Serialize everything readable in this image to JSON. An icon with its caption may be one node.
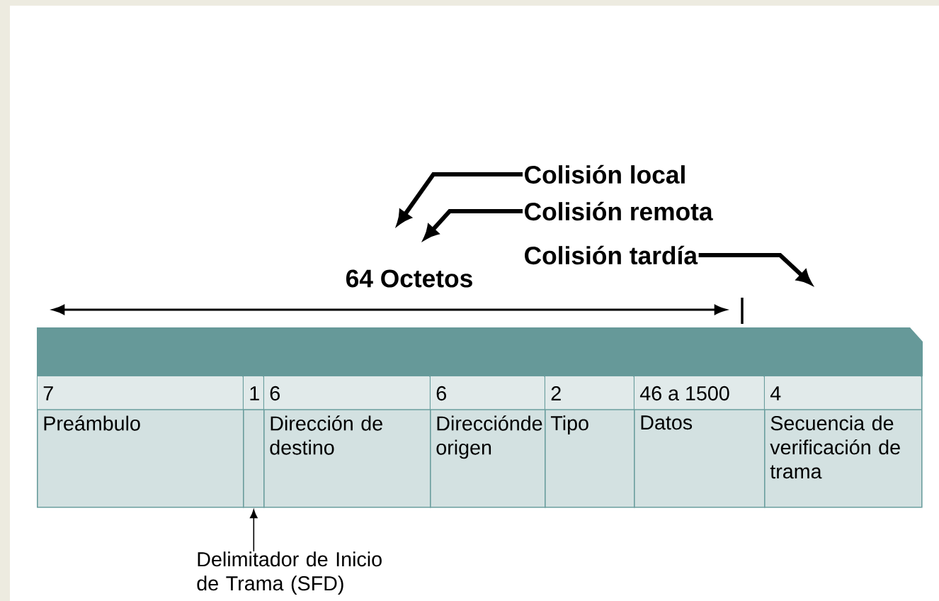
{
  "diagram": {
    "nodes": [
      {
        "text": [
          "Colisión local"
        ]
      },
      {
        "text": [
          "Colisión remota"
        ]
      },
      {
        "text": [
          "Colisión tardía"
        ]
      },
      {
        "text": [
          "7",
          "Preámbulo"
        ]
      },
      {
        "text": [
          "1"
        ]
      },
      {
        "text": [
          "6",
          "Dirección de destino"
        ]
      },
      {
        "text": [
          "6",
          "Direcciónde origen"
        ]
      },
      {
        "text": [
          "2",
          "Tipo"
        ]
      },
      {
        "text": [
          "46 a 1500",
          "Datos"
        ]
      },
      {
        "text": [
          "4",
          "Secuencia de verificación de trama"
        ]
      },
      {
        "text": [
          "Delimitador de Inicio de Trama (SFD)"
        ]
      }
    ],
    "edges": [
      {
        "from": 0,
        "to": null,
        "arrow": "to"
      },
      {
        "from": 1,
        "to": null,
        "arrow": "to"
      },
      {
        "from": 2,
        "to": null,
        "arrow": "to"
      },
      {
        "from": 10,
        "to": 4,
        "arrow": "to"
      }
    ],
    "labels": [
      "64 Octetos"
    ]
  }
}
